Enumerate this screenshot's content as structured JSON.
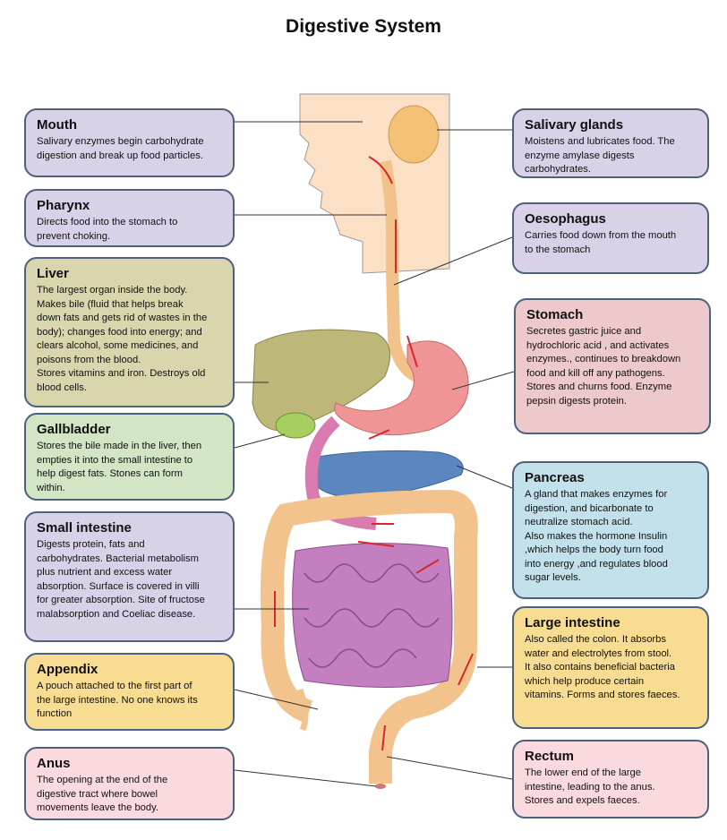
{
  "title": "Digestive System",
  "left": [
    {
      "name": "Mouth",
      "text": "Salivary enzymes begin carbohydrate\ndigestion and break up food particles."
    },
    {
      "name": "Pharynx",
      "text": "Directs food into the stomach to\nprevent choking."
    },
    {
      "name": "Liver",
      "text": "The largest organ inside the body.\nMakes bile (fluid that helps break\ndown fats and gets rid of wastes in the\nbody); changes food into energy; and\nclears alcohol, some medicines, and\npoisons from the blood.\nStores vitamins and iron. Destroys old\nblood cells."
    },
    {
      "name": "Gallbladder",
      "text": "Stores the bile made in the liver, then\nempties it into the small intestine to\nhelp digest fats. Stones can form\nwithin."
    },
    {
      "name": "Small intestine",
      "text": "Digests protein, fats and\ncarbohydrates.  Bacterial metabolism\nplus nutrient and excess water\nabsorption. Surface is covered in villi\nfor greater absorption. Site of fructose\nmalabsorption and Coeliac disease."
    },
    {
      "name": "Appendix",
      "text": "A pouch attached to the first part of\nthe large intestine. No one knows its\nfunction"
    },
    {
      "name": "Anus",
      "text": "The opening at the end of the\ndigestive tract where bowel\nmovements leave the  body."
    }
  ],
  "right": [
    {
      "name": "Salivary glands",
      "text": "Moistens and lubricates food. The\nenzyme amylase digests\ncarbohydrates."
    },
    {
      "name": "Oesophagus",
      "text": "Carries food down from the mouth\nto the stomach"
    },
    {
      "name": "Stomach",
      "text": "Secretes  gastric juice and\nhydrochloric acid , and activates\nenzymes., continues to breakdown\nfood and kill off any pathogens.\nStores and churns food. Enzyme\npepsin digests protein."
    },
    {
      "name": "Pancreas",
      "text": "A gland that makes enzymes for\ndigestion, and bicarbonate to\nneutralize stomach acid.\nAlso makes the hormone  Insulin\n,which helps the body turn food\ninto energy ,and regulates blood\nsugar levels."
    },
    {
      "name": "Large intestine",
      "text": "Also called the colon. It absorbs\nwater and electrolytes from stool.\nIt also contains beneficial bacteria\nwhich help produce certain\nvitamins. Forms and stores faeces."
    },
    {
      "name": "Rectum",
      "text": "The lower end of the large\nintestine, leading to the anus.\nStores and expels faeces."
    }
  ],
  "colors": {
    "purple": "#d9d1e8",
    "olive": "#d9d6ad",
    "green": "#d2e5c4",
    "pink": "#eec9cc",
    "blue": "#c2e1ea",
    "yellow": "#f7dc91",
    "lightpink": "#fbdadf",
    "border": "#4d607c",
    "arrow": "#d8262a"
  }
}
